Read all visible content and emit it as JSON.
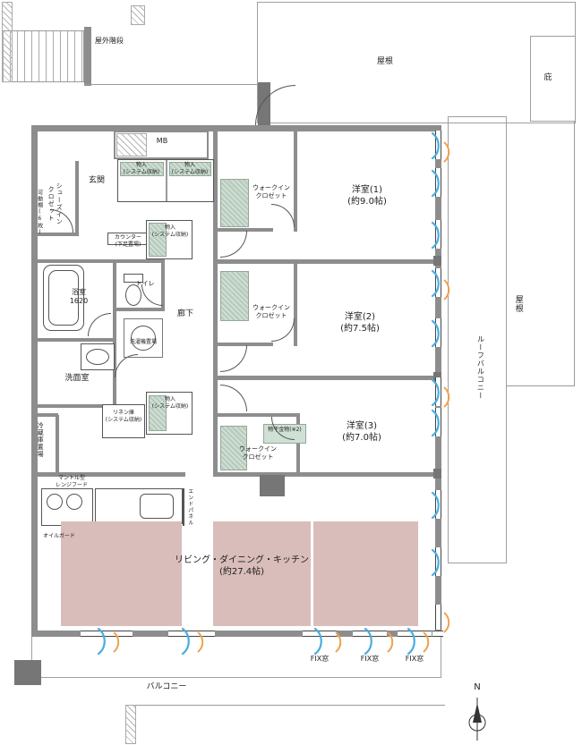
{
  "labels": {
    "outdoor_stairs": "屋外階段",
    "mb": "MB",
    "roof": "屋根",
    "eaves": "庇",
    "entrance": "玄関",
    "shoes_in_closet": "シューズイン\nクロゼット",
    "movable_shelf": "可動棚(6枚)",
    "storage": "物入\n(システム収納)",
    "counter_shoe": "カウンター\n(下足置場)",
    "walk_in_closet": "ウォークイン\nクロゼット",
    "bedroom1": "洋室(1)\n(約9.0帖)",
    "bedroom2": "洋室(2)\n(約7.5帖)",
    "bedroom3": "洋室(3)\n(約7.0帖)",
    "bathroom": "浴室\n1620",
    "toilet": "トイレ",
    "hallway": "廊下",
    "washer_space": "洗濯機置場",
    "washroom": "洗面室",
    "linen": "リネン庫\n(システム収納)",
    "fridge_space": "冷蔵庫置場",
    "range_hood": "マントル型\nレンジフード",
    "oil_guard": "オイルガード",
    "end_panel": "エンドパネル",
    "ldk": "リビング・ダイニング・キッチン\n(約27.4帖)",
    "fix_window": "FIX窓",
    "balcony": "バルコニー",
    "roof_balcony": "ルーフバルコニー",
    "laundry_fitting": "物干金物(※2)",
    "north": "N"
  },
  "colors": {
    "wall": "#8d8d8d",
    "floor_accent_pink": "#d9bdba",
    "closet_accent_green": "#b9cdbf",
    "airflow_blue": "#49ade0",
    "airflow_orange": "#f0a14e"
  }
}
